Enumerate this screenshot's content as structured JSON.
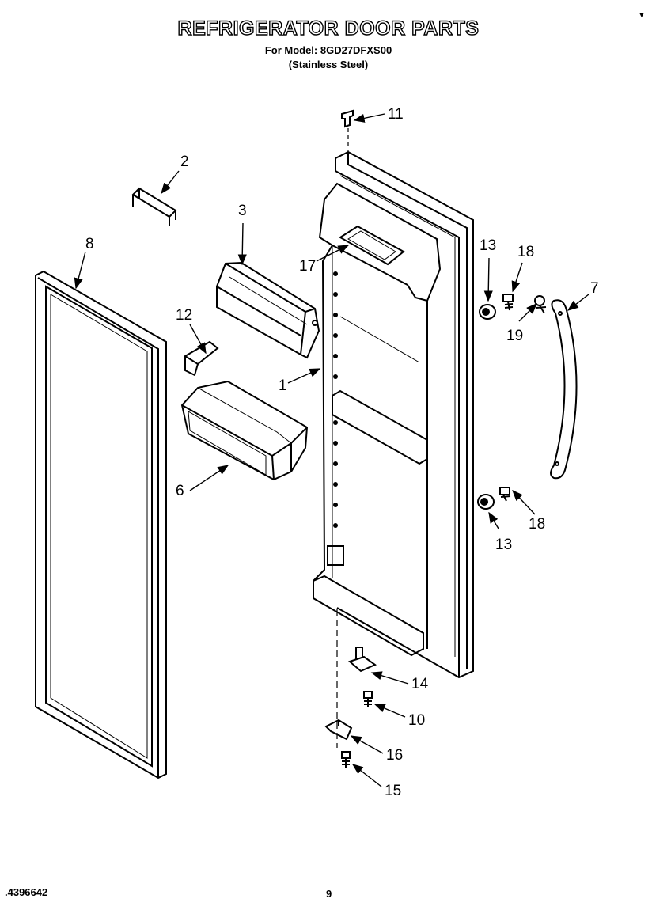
{
  "header": {
    "title": "REFRIGERATOR DOOR PARTS",
    "model_line": "For Model: 8GD27DFXS00",
    "finish_line": "(Stainless Steel)"
  },
  "footer": {
    "part_code": ".4396642",
    "page_number": "9"
  },
  "callouts": {
    "door": "1",
    "shelf_clip": "2",
    "dairy_door": "3",
    "door_bin": "6",
    "handle": "7",
    "gasket": "8",
    "screw_bottom_hinge": "10",
    "hinge_plug": "11",
    "bin_clip": "12",
    "handle_spacer_top": "13",
    "handle_spacer_bottom": "13",
    "hinge_pin": "14",
    "screw_hinge": "15",
    "lower_hinge": "16",
    "bin_retainer": "17",
    "handle_screw_top": "18",
    "handle_screw_bottom": "18",
    "handle_bolt": "19"
  }
}
